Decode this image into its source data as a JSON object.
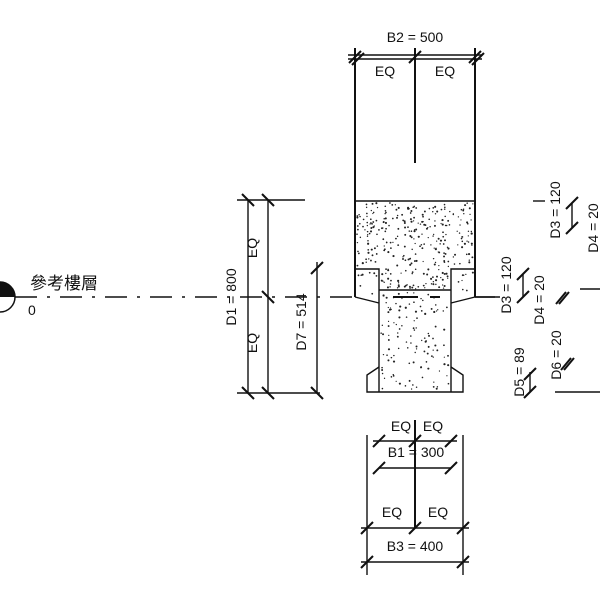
{
  "level": {
    "name": "參考樓層",
    "elevation": "0"
  },
  "dimensions": {
    "b2": "B2 = 500",
    "b1": "B1 = 300",
    "b3": "B3 = 400",
    "d1": "D1 = 800",
    "d7": "D7 = 514",
    "d3_a": "D3 = 120",
    "d4_a": "D4 = 20",
    "d3_b": "D3 = 120",
    "d4_b": "D4 = 20",
    "d5": "D5 = 89",
    "d6": "D6 = 20",
    "eq": "EQ"
  },
  "colors": {
    "line": "#111111",
    "background": "#ffffff"
  }
}
